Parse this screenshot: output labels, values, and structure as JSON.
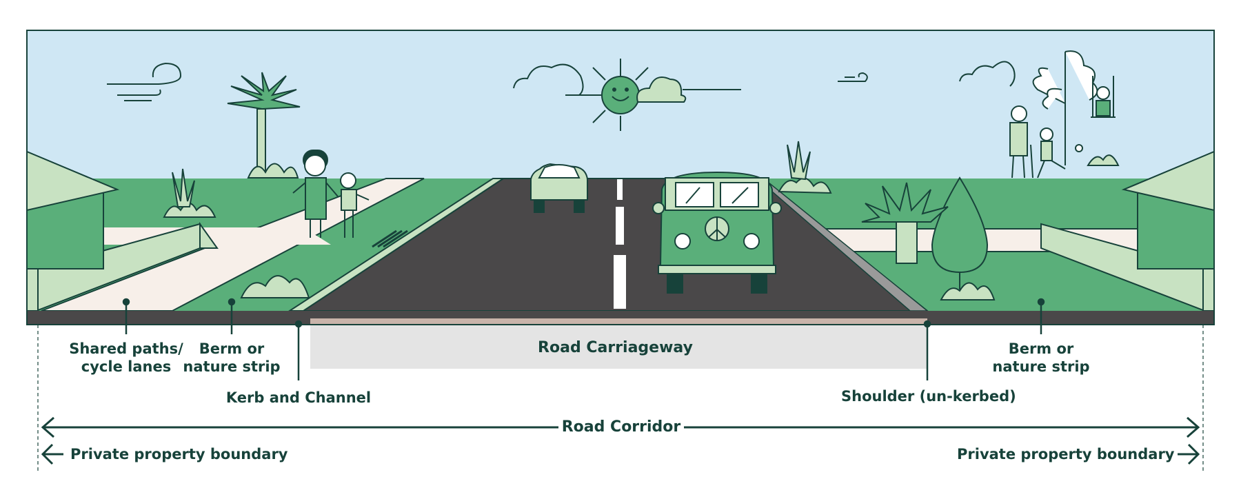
{
  "colors": {
    "sky": "#cfe7f4",
    "outline": "#17423a",
    "grass": "#5aaf7a",
    "light_green": "#c8e2c2",
    "path": "#f7efe9",
    "road": "#4a4849",
    "carriageway_band": "#e4e4e4",
    "sun": "#5aaf7a"
  },
  "labels": {
    "shared_paths": [
      "Shared paths/",
      "cycle lanes"
    ],
    "berm_left": [
      "Berm or",
      "nature strip"
    ],
    "kerb": "Kerb and Channel",
    "carriageway": "Road Carriageway",
    "shoulder": "Shoulder (un-kerbed)",
    "berm_right": [
      "Berm or",
      "nature strip"
    ],
    "road_corridor": "Road Corridor",
    "private_left": "Private property boundary",
    "private_right": "Private property boundary"
  },
  "illustration": {
    "vehicles": [
      "car",
      "campervan"
    ],
    "vehicle_marks": [
      "peace-symbol"
    ],
    "people": [
      "woman",
      "child",
      "elderly-person",
      "child-on-scooter",
      "child-on-swing"
    ],
    "nature": [
      "sun",
      "clouds",
      "palm-tree",
      "cypress-tree",
      "bushes",
      "tussock-plants",
      "flax-plant"
    ],
    "arrows": [
      "left-arrow",
      "right-arrow",
      "double-arrow"
    ]
  }
}
